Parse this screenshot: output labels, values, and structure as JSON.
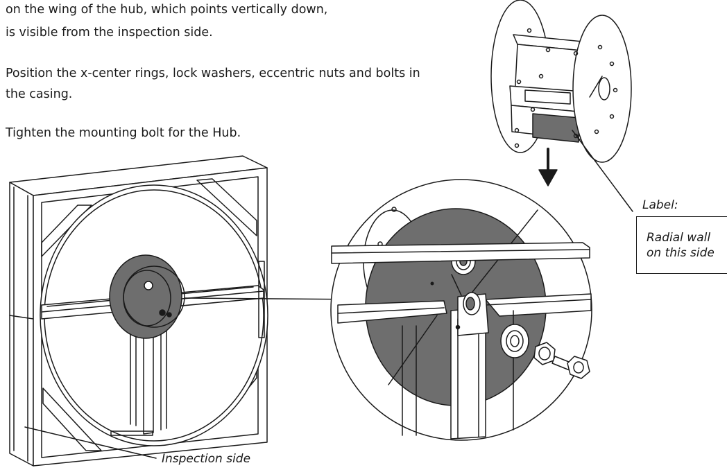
{
  "instructions": {
    "paragraph1_line1": "on the wing of the hub, which points vertically down,",
    "paragraph1_line2": "is visible from the inspection side.",
    "paragraph2_line1": "Position the x-center rings, lock washers, eccentric nuts and bolts in",
    "paragraph2_line2": "the casing.",
    "paragraph3": "Tighten the mounting bolt for the Hub."
  },
  "callouts": {
    "label_heading": "Label:",
    "label_line1": "Radial wall",
    "label_line2": "on this side",
    "inspection_side": "Inspection side"
  },
  "colors": {
    "line": "#1a1a1a",
    "hub_fill": "#6e6e6e",
    "label_patch": "#6e6e6e"
  }
}
